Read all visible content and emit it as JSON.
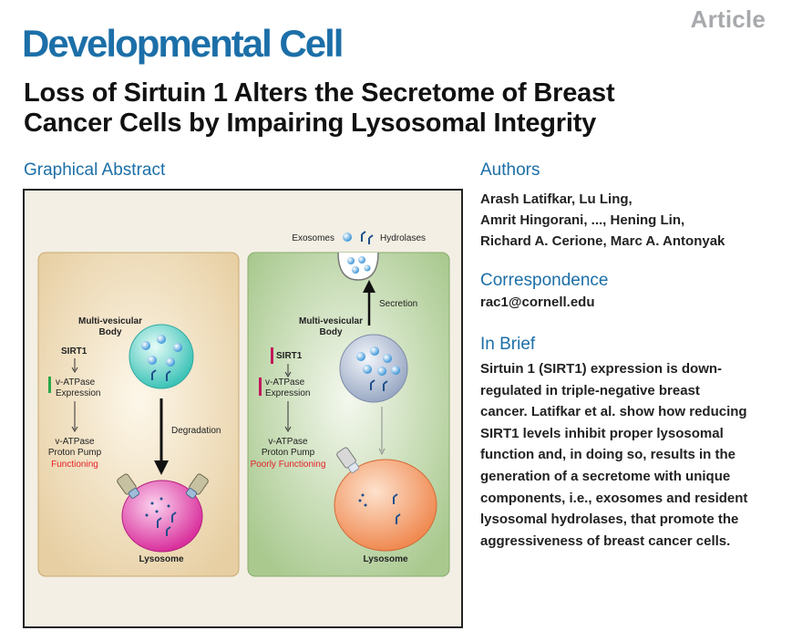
{
  "header": {
    "article_type": "Article",
    "journal": "Developmental Cell",
    "title_line1": "Loss of Sirtuin 1 Alters the Secretome of Breast",
    "title_line2": "Cancer Cells by Impairing Lysosomal Integrity"
  },
  "graphical_abstract": {
    "heading": "Graphical Abstract",
    "left_panel": {
      "mvb_label_1": "Multi-vesicular",
      "mvb_label_2": "Body",
      "sirt1": "SIRT1",
      "vatpase_expr_1": "v-ATPase",
      "vatpase_expr_2": "Expression",
      "pump_1": "v-ATPase",
      "pump_2": "Proton Pump",
      "functioning": "Functioning",
      "degradation": "Degradation",
      "lysosome": "Lysosome"
    },
    "right_panel": {
      "exosomes": "Exosomes",
      "hydrolases": "Hydrolases",
      "secretion": "Secretion",
      "mvb_label_1": "Multi-vesicular",
      "mvb_label_2": "Body",
      "sirt1": "SIRT1",
      "vatpase_expr_1": "v-ATPase",
      "vatpase_expr_2": "Expression",
      "pump_1": "v-ATPase",
      "pump_2": "Proton Pump",
      "poorly_functioning": "Poorly Functioning",
      "lysosome": "Lysosome"
    },
    "colors": {
      "up_arrow": "#2aa84a",
      "down_arrow": "#c0185a",
      "functioning_text": "#e41f26"
    }
  },
  "authors": {
    "heading": "Authors",
    "line1": "Arash Latifkar, Lu Ling,",
    "line2": "Amrit Hingorani, ..., Hening Lin,",
    "line3": "Richard A. Cerione, Marc A. Antonyak"
  },
  "correspondence": {
    "heading": "Correspondence",
    "email": "rac1@cornell.edu"
  },
  "in_brief": {
    "heading": "In Brief",
    "lines": [
      "Sirtuin 1 (SIRT1) expression is down-",
      "regulated in triple-negative breast",
      "cancer. Latifkar et al. show how reducing",
      "SIRT1 levels inhibit proper lysosomal",
      "function and, in doing so, results in the",
      "generation of a secretome with unique",
      "components, i.e., exosomes and resident",
      "lysosomal hydrolases, that promote the",
      "aggressiveness of breast cancer cells."
    ]
  }
}
